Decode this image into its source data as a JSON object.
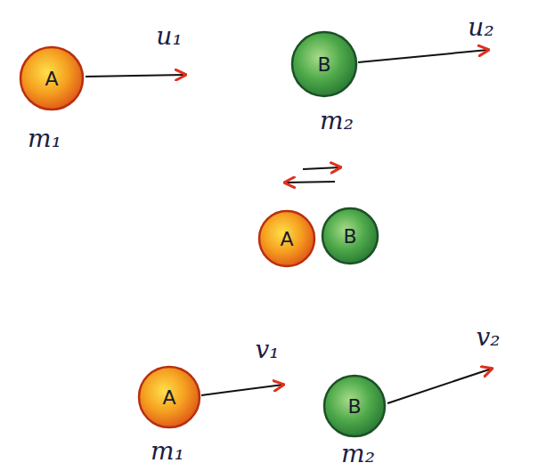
{
  "diagram": {
    "nodes": [
      {
        "text": [
          "A"
        ]
      },
      {
        "text": [
          "B"
        ]
      },
      {
        "text": [
          "A"
        ]
      },
      {
        "text": [
          "B"
        ]
      },
      {
        "text": [
          "A"
        ]
      },
      {
        "text": [
          "B"
        ]
      }
    ],
    "labels": [
      "u₁",
      "m₁",
      "u₂",
      "m₂",
      "v₁",
      "m₁",
      "v₂",
      "m₂"
    ]
  }
}
